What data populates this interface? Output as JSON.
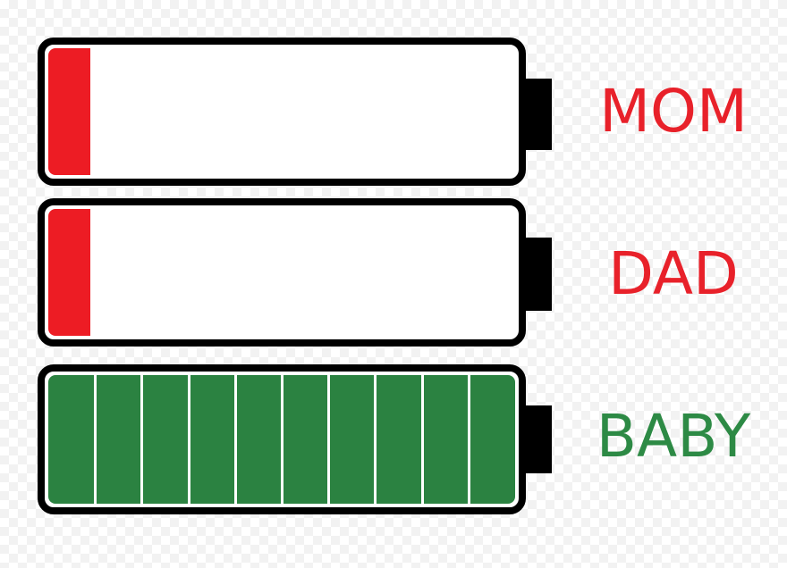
{
  "batteries": [
    {
      "label": "MOM",
      "label_color": "#e8212a",
      "fill_color": "#ed1c24",
      "charge": 0.09,
      "cells": 0
    },
    {
      "label": "DAD",
      "label_color": "#e8212a",
      "fill_color": "#ed1c24",
      "charge": 0.09,
      "cells": 0
    },
    {
      "label": "BABY",
      "label_color": "#2d8a45",
      "fill_color": "#2b8241",
      "charge": 1.0,
      "cells": 10
    }
  ],
  "colors": {
    "outline": "#000000",
    "cell_divider": "#ffffff"
  }
}
